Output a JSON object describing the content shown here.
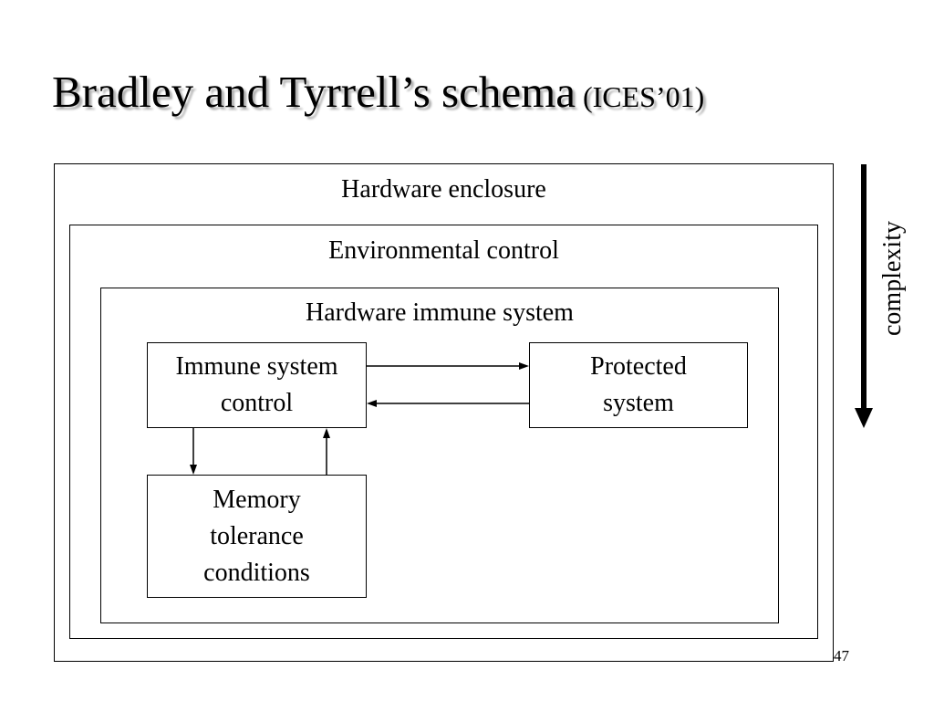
{
  "slide": {
    "title": "Bradley and Tyrrell’s schema",
    "title_ref": "(ICES’01)",
    "page_number": "47"
  },
  "diagram": {
    "outer_label": "Hardware enclosure",
    "middle_label": "Environmental control",
    "inner_label": "Hardware immune system",
    "immune_control": [
      "Immune system",
      "control"
    ],
    "protected_system": [
      "Protected",
      "system"
    ],
    "memory": [
      "Memory",
      "tolerance",
      "conditions"
    ],
    "side_label": "complexity"
  }
}
